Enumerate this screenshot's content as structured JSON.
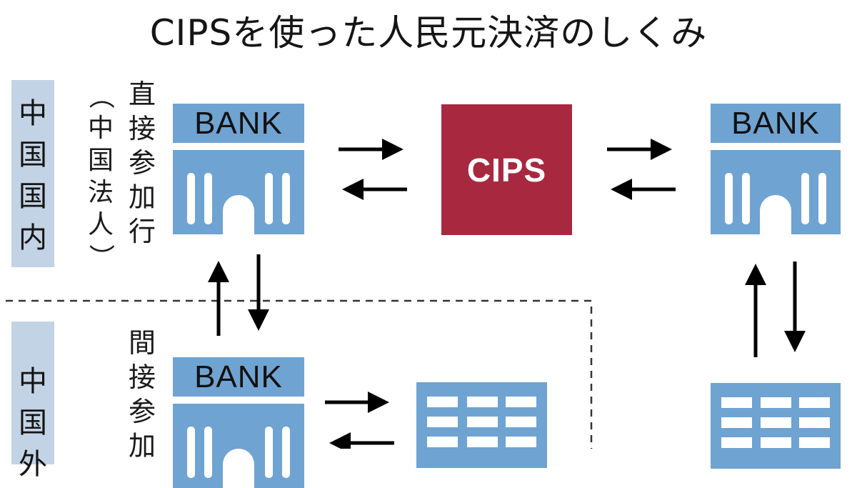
{
  "title": "CIPSを使った人民元決済のしくみ",
  "regions": {
    "domestic": {
      "label_chars": [
        "中",
        "国",
        "国",
        "内"
      ]
    },
    "foreign": {
      "label_chars": [
        "中",
        "国",
        "外"
      ]
    }
  },
  "participants": {
    "direct": {
      "label_chars": [
        "直",
        "接",
        "参",
        "加",
        "行"
      ],
      "note_chars": [
        "（",
        "中",
        "国",
        "法",
        "人",
        "）"
      ]
    },
    "indirect": {
      "label_chars": [
        "間",
        "接",
        "参",
        "加"
      ]
    }
  },
  "nodes": {
    "bank_direct": {
      "sign": "BANK",
      "icon": "bank-icon"
    },
    "bank_indirect": {
      "sign": "BANK",
      "icon": "bank-icon"
    },
    "bank_right": {
      "sign": "BANK",
      "icon": "bank-icon"
    },
    "cips": {
      "label": "CIPS"
    },
    "company_indirect": {
      "icon": "office-building-icon"
    },
    "company_right": {
      "icon": "office-building-icon"
    }
  },
  "flows": [
    {
      "from": "bank_direct",
      "to": "cips",
      "direction": "bidirectional"
    },
    {
      "from": "cips",
      "to": "bank_right",
      "direction": "bidirectional"
    },
    {
      "from": "bank_direct",
      "to": "bank_indirect",
      "direction": "bidirectional"
    },
    {
      "from": "bank_right",
      "to": "company_right",
      "direction": "bidirectional"
    },
    {
      "from": "bank_indirect",
      "to": "company_indirect",
      "direction": "bidirectional"
    }
  ],
  "colors": {
    "bank_blue": "#6fa3d2",
    "region_label_bg": "#c3d3e6",
    "cips_red": "#a8283f",
    "arrow": "#000000"
  }
}
